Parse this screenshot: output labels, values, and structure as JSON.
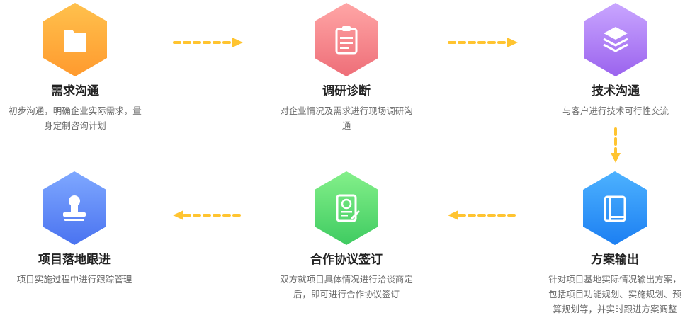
{
  "steps": [
    {
      "title": "需求沟通",
      "desc_lines": [
        "初步沟通，明确企业实际需求，量",
        "身定制咨询计划"
      ],
      "icon": "folder-icon",
      "colors": [
        "#FFC14D",
        "#FF9A2E"
      ]
    },
    {
      "title": "调研诊断",
      "desc_lines": [
        "对企业情况及需求进行现场调研沟",
        "通"
      ],
      "icon": "clipboard-icon",
      "colors": [
        "#FFA6A6",
        "#EE6E78"
      ]
    },
    {
      "title": "技术沟通",
      "desc_lines": [
        "与客户进行技术可行性交流"
      ],
      "icon": "layers-icon",
      "colors": [
        "#C9A6FF",
        "#9B63EE"
      ]
    },
    {
      "title": "方案输出",
      "desc_lines": [
        "针对项目基地实际情况输出方案，",
        "包括项目功能规划、实施规划、预",
        "算规划等，并实时跟进方案调整"
      ],
      "icon": "book-icon",
      "colors": [
        "#4DB2FF",
        "#1C7FF2"
      ]
    },
    {
      "title": "合作协议签订",
      "desc_lines": [
        "双方就项目具体情况进行洽谈商定",
        "后，即可进行合作协议签订"
      ],
      "icon": "certificate-icon",
      "colors": [
        "#84F08A",
        "#3FCB61"
      ]
    },
    {
      "title": "项目落地跟进",
      "desc_lines": [
        "项目实施过程中进行跟踪管理"
      ],
      "icon": "stamp-icon",
      "colors": [
        "#7FA8FF",
        "#4A73F0"
      ]
    }
  ],
  "arrow_color": "#FFC430"
}
